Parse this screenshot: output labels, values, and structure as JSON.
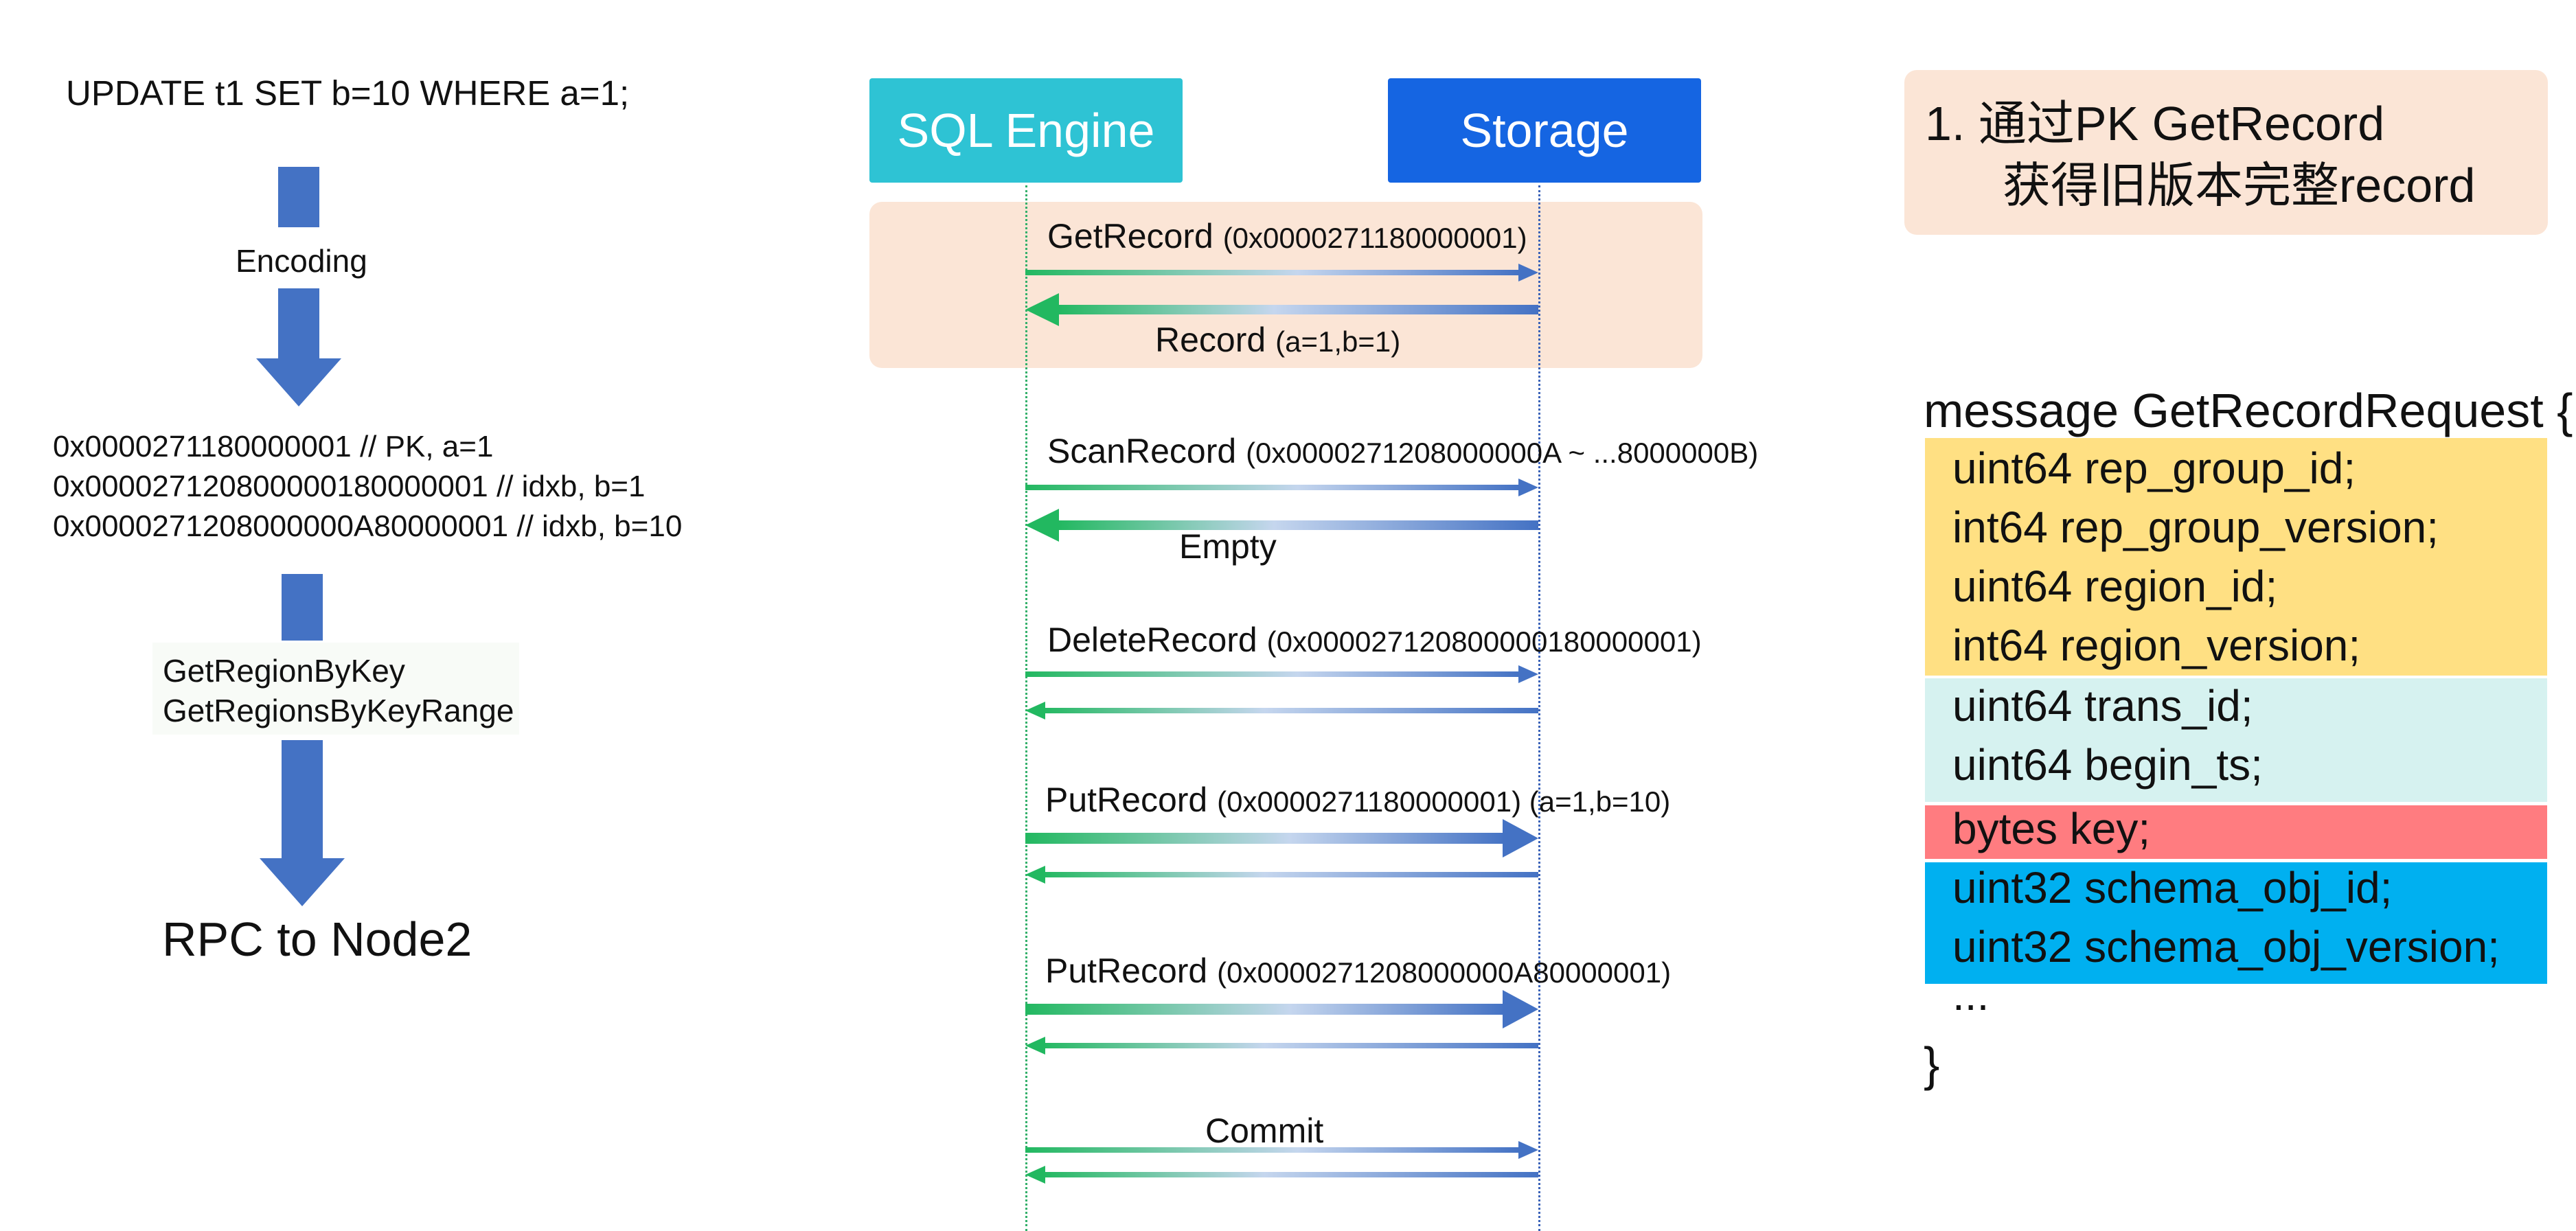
{
  "left": {
    "sql": "UPDATE t1 SET b=10 WHERE a=1;",
    "step1": "Encoding",
    "keys": [
      "0x0000271180000001 // PK, a=1",
      "0x000027120800000180000001 // idxb, b=1",
      "0x0000271208000000A80000001 // idxb, b=10"
    ],
    "step2": [
      "GetRegionByKey",
      "GetRegionsByKeyRange"
    ],
    "result": "RPC to Node2"
  },
  "seq": {
    "participants": [
      "SQL Engine",
      "Storage"
    ],
    "colors": {
      "sql_engine": "#2ec3d4",
      "storage": "#1565e2",
      "zone": "#fbe5d6"
    },
    "messages": [
      {
        "label": "GetRecord",
        "arg": "(0x0000271180000001)"
      },
      {
        "label": "Record",
        "arg": "(a=1,b=1)"
      },
      {
        "label": "ScanRecord",
        "arg": "(0x0000271208000000A ~ ...8000000B)"
      },
      {
        "label": "Empty"
      },
      {
        "label": "DeleteRecord",
        "arg": "(0x000027120800000180000001)"
      },
      {
        "label": "PutRecord",
        "arg": "(0x0000271180000001) (a=1,b=10)"
      },
      {
        "label": "PutRecord",
        "arg": "(0x0000271208000000A80000001)"
      },
      {
        "label": "Commit"
      }
    ]
  },
  "note": {
    "line1": "1.  通过PK GetRecord",
    "line2": "获得旧版本完整record"
  },
  "proto": {
    "open": "message GetRecordRequest {",
    "fields": [
      "uint64 rep_group_id;",
      "int64 rep_group_version;",
      "uint64 region_id;",
      "int64 region_version;",
      "uint64 trans_id;",
      "uint64 begin_ts;",
      "bytes key;",
      "uint32 schema_obj_id;",
      "uint32 schema_obj_version;"
    ],
    "ellipsis": "...",
    "close": "}",
    "colors": [
      "#ffe083",
      "#d6f2f0",
      "#ff7c80",
      "#00b0f0"
    ]
  }
}
